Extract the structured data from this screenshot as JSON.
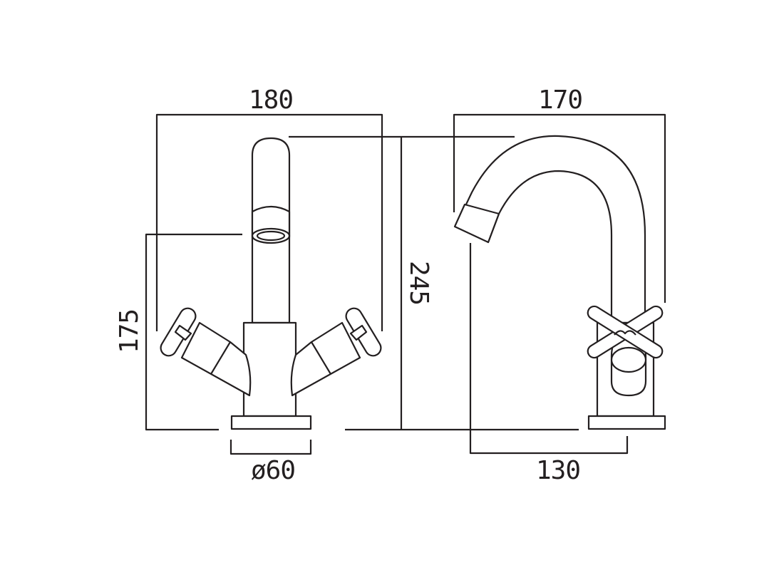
{
  "dimensions": {
    "overall_width_front": "180",
    "overall_width_side": "170",
    "overall_height": "245",
    "spout_height": "175",
    "base_diameter": "ø60",
    "spout_reach": "130"
  },
  "colors": {
    "line": "#231f20",
    "background": "#ffffff"
  }
}
